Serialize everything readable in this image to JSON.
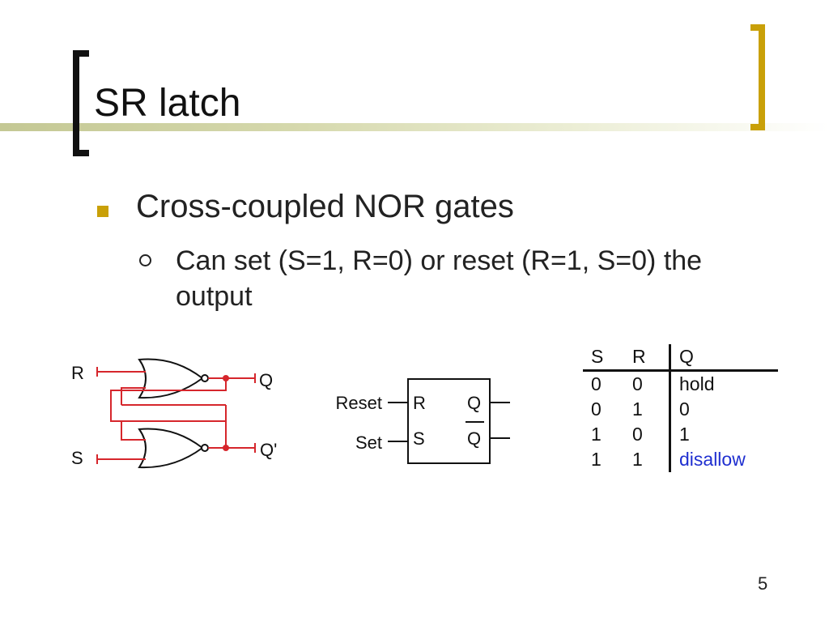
{
  "slide": {
    "title": "SR latch",
    "bullet_1": "Cross-coupled NOR gates",
    "bullet_2": "Can set (S=1, R=0) or reset (R=1, S=0) the output",
    "page_number": "5"
  },
  "circuit": {
    "label_r": "R",
    "label_s": "S",
    "label_q": "Q",
    "label_qbar": "Q'",
    "wire_color": "#d6262c"
  },
  "block": {
    "reset_label": "Reset",
    "set_label": "Set",
    "pin_r": "R",
    "pin_s": "S",
    "pin_q": "Q",
    "pin_qbar": "Q"
  },
  "truth_table": {
    "headers": [
      "S",
      "R",
      "Q"
    ],
    "rows": [
      [
        "0",
        "0",
        "hold"
      ],
      [
        "0",
        "1",
        "0"
      ],
      [
        "1",
        "0",
        "1"
      ],
      [
        "1",
        "1",
        "disallow"
      ]
    ],
    "highlight_color": "#1f2fd0"
  },
  "colors": {
    "bullet_accent": "#c9a008",
    "title_band": "#c4c894"
  }
}
